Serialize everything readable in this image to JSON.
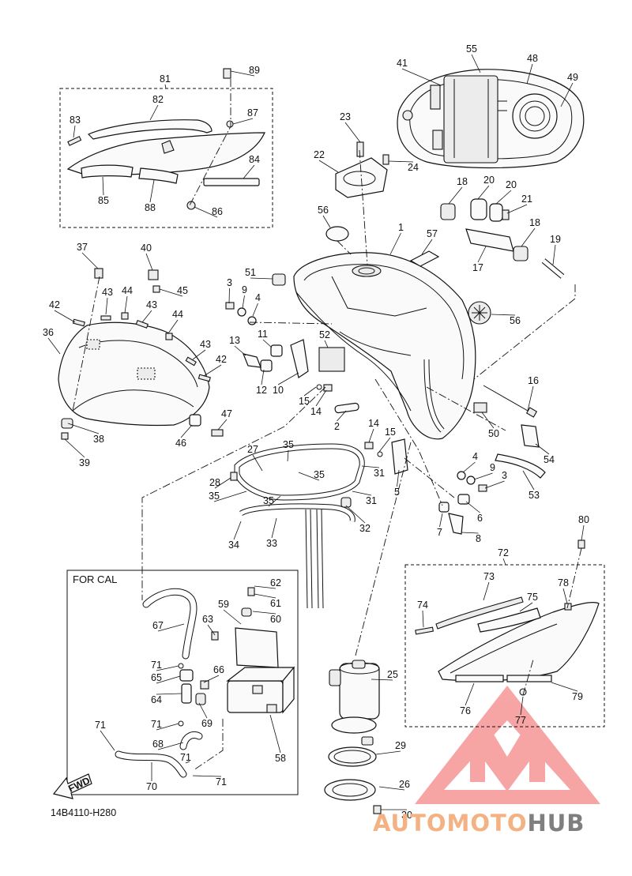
{
  "diagram": {
    "drawing_code": "14B4110-H280",
    "cal_box_label": "FOR CAL",
    "fwd_label": "FWD",
    "watermark": {
      "part1": "AUTOMOTO",
      "part2": "HUB",
      "color1": "#f4b183",
      "color2": "#7f7f7f",
      "logo_color": "#f26d6d"
    },
    "callouts": [
      {
        "id": "c1",
        "label": "1"
      },
      {
        "id": "c2",
        "label": "2"
      },
      {
        "id": "c3a",
        "label": "3"
      },
      {
        "id": "c3b",
        "label": "3"
      },
      {
        "id": "c4a",
        "label": "4"
      },
      {
        "id": "c4b",
        "label": "4"
      },
      {
        "id": "c5",
        "label": "5"
      },
      {
        "id": "c6",
        "label": "6"
      },
      {
        "id": "c7",
        "label": "7"
      },
      {
        "id": "c8",
        "label": "8"
      },
      {
        "id": "c9a",
        "label": "9"
      },
      {
        "id": "c9b",
        "label": "9"
      },
      {
        "id": "c10",
        "label": "10"
      },
      {
        "id": "c11",
        "label": "11"
      },
      {
        "id": "c12",
        "label": "12"
      },
      {
        "id": "c13",
        "label": "13"
      },
      {
        "id": "c14a",
        "label": "14"
      },
      {
        "id": "c14b",
        "label": "14"
      },
      {
        "id": "c15a",
        "label": "15"
      },
      {
        "id": "c15b",
        "label": "15"
      },
      {
        "id": "c16",
        "label": "16"
      },
      {
        "id": "c17",
        "label": "17"
      },
      {
        "id": "c18a",
        "label": "18"
      },
      {
        "id": "c18b",
        "label": "18"
      },
      {
        "id": "c19",
        "label": "19"
      },
      {
        "id": "c20a",
        "label": "20"
      },
      {
        "id": "c20b",
        "label": "20"
      },
      {
        "id": "c21",
        "label": "21"
      },
      {
        "id": "c22",
        "label": "22"
      },
      {
        "id": "c23",
        "label": "23"
      },
      {
        "id": "c24",
        "label": "24"
      },
      {
        "id": "c25",
        "label": "25"
      },
      {
        "id": "c26",
        "label": "26"
      },
      {
        "id": "c27",
        "label": "27"
      },
      {
        "id": "c28",
        "label": "28"
      },
      {
        "id": "c29",
        "label": "29"
      },
      {
        "id": "c30",
        "label": "30"
      },
      {
        "id": "c31a",
        "label": "31"
      },
      {
        "id": "c31b",
        "label": "31"
      },
      {
        "id": "c32",
        "label": "32"
      },
      {
        "id": "c33",
        "label": "33"
      },
      {
        "id": "c34",
        "label": "34"
      },
      {
        "id": "c35a",
        "label": "35"
      },
      {
        "id": "c35b",
        "label": "35"
      },
      {
        "id": "c35c",
        "label": "35"
      },
      {
        "id": "c35d",
        "label": "35"
      },
      {
        "id": "c36",
        "label": "36"
      },
      {
        "id": "c37",
        "label": "37"
      },
      {
        "id": "c38",
        "label": "38"
      },
      {
        "id": "c39",
        "label": "39"
      },
      {
        "id": "c40",
        "label": "40"
      },
      {
        "id": "c41",
        "label": "41"
      },
      {
        "id": "c42a",
        "label": "42"
      },
      {
        "id": "c42b",
        "label": "42"
      },
      {
        "id": "c43a",
        "label": "43"
      },
      {
        "id": "c43b",
        "label": "43"
      },
      {
        "id": "c43c",
        "label": "43"
      },
      {
        "id": "c44a",
        "label": "44"
      },
      {
        "id": "c44b",
        "label": "44"
      },
      {
        "id": "c45",
        "label": "45"
      },
      {
        "id": "c46",
        "label": "46"
      },
      {
        "id": "c47",
        "label": "47"
      },
      {
        "id": "c48",
        "label": "48"
      },
      {
        "id": "c49",
        "label": "49"
      },
      {
        "id": "c50",
        "label": "50"
      },
      {
        "id": "c51",
        "label": "51"
      },
      {
        "id": "c52",
        "label": "52"
      },
      {
        "id": "c53",
        "label": "53"
      },
      {
        "id": "c54",
        "label": "54"
      },
      {
        "id": "c55",
        "label": "55"
      },
      {
        "id": "c56a",
        "label": "56"
      },
      {
        "id": "c56b",
        "label": "56"
      },
      {
        "id": "c57",
        "label": "57"
      },
      {
        "id": "c58",
        "label": "58"
      },
      {
        "id": "c59",
        "label": "59"
      },
      {
        "id": "c60",
        "label": "60"
      },
      {
        "id": "c61",
        "label": "61"
      },
      {
        "id": "c62",
        "label": "62"
      },
      {
        "id": "c63",
        "label": "63"
      },
      {
        "id": "c64",
        "label": "64"
      },
      {
        "id": "c65",
        "label": "65"
      },
      {
        "id": "c66",
        "label": "66"
      },
      {
        "id": "c67",
        "label": "67"
      },
      {
        "id": "c68",
        "label": "68"
      },
      {
        "id": "c69",
        "label": "69"
      },
      {
        "id": "c70",
        "label": "70"
      },
      {
        "id": "c71a",
        "label": "71"
      },
      {
        "id": "c71b",
        "label": "71"
      },
      {
        "id": "c71c",
        "label": "71"
      },
      {
        "id": "c71d",
        "label": "71"
      },
      {
        "id": "c71e",
        "label": "71"
      },
      {
        "id": "c72",
        "label": "72"
      },
      {
        "id": "c73",
        "label": "73"
      },
      {
        "id": "c74",
        "label": "74"
      },
      {
        "id": "c75",
        "label": "75"
      },
      {
        "id": "c76",
        "label": "76"
      },
      {
        "id": "c77",
        "label": "77"
      },
      {
        "id": "c78",
        "label": "78"
      },
      {
        "id": "c79",
        "label": "79"
      },
      {
        "id": "c80",
        "label": "80"
      },
      {
        "id": "c81",
        "label": "81"
      },
      {
        "id": "c82",
        "label": "82"
      },
      {
        "id": "c83",
        "label": "83"
      },
      {
        "id": "c84",
        "label": "84"
      },
      {
        "id": "c85",
        "label": "85"
      },
      {
        "id": "c86",
        "label": "86"
      },
      {
        "id": "c87",
        "label": "87"
      },
      {
        "id": "c88",
        "label": "88"
      },
      {
        "id": "c89",
        "label": "89"
      }
    ]
  }
}
